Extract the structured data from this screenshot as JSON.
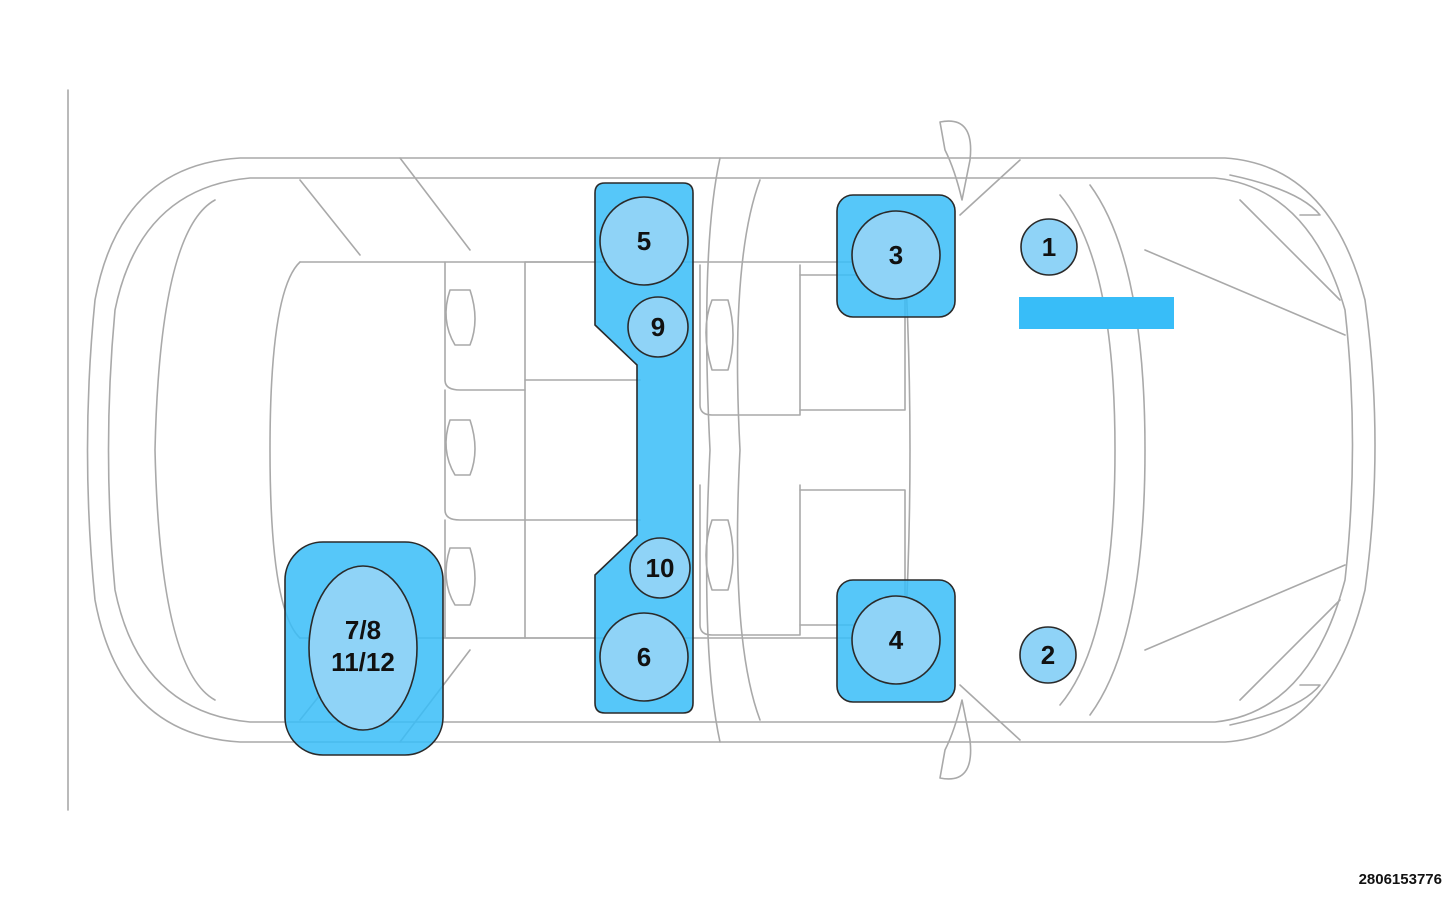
{
  "speakers": {
    "s1": "1",
    "s2": "2",
    "s3": "3",
    "s4": "4",
    "s5": "5",
    "s6": "6",
    "s9": "9",
    "s10": "10",
    "rear_line1": "7/8",
    "rear_line2": "11/12"
  },
  "reference_number": "2806153776",
  "colors": {
    "zone_fill": "#38bdf8",
    "speaker_fill": "#8fd3f7",
    "outline": "#a9a9a9"
  }
}
